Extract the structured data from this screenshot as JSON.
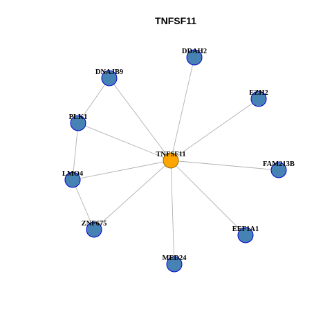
{
  "title": "TNFSF11",
  "colors": {
    "hub_fill": "#ffa500",
    "hub_stroke": "#8b6b00",
    "node_fill": "#4682b4",
    "node_stroke": "#0000cd",
    "edge": "#b0b0b0"
  },
  "nodes": [
    {
      "id": "TNFSF11",
      "label": "TNFSF11",
      "hub": true
    },
    {
      "id": "DDAH2",
      "label": "DDAH2"
    },
    {
      "id": "DNAJB9",
      "label": "DNAJB9"
    },
    {
      "id": "EZH2",
      "label": "EZH2"
    },
    {
      "id": "PLK1",
      "label": "PLK1"
    },
    {
      "id": "FAM213B",
      "label": "FAM213B"
    },
    {
      "id": "LMO4",
      "label": "LMO4"
    },
    {
      "id": "ZNF675",
      "label": "ZNF675"
    },
    {
      "id": "EEF1A1",
      "label": "EEF1A1"
    },
    {
      "id": "MED24",
      "label": "MED24"
    }
  ],
  "edges": [
    [
      "TNFSF11",
      "DDAH2"
    ],
    [
      "TNFSF11",
      "DNAJB9"
    ],
    [
      "TNFSF11",
      "EZH2"
    ],
    [
      "TNFSF11",
      "PLK1"
    ],
    [
      "TNFSF11",
      "FAM213B"
    ],
    [
      "TNFSF11",
      "LMO4"
    ],
    [
      "TNFSF11",
      "ZNF675"
    ],
    [
      "TNFSF11",
      "EEF1A1"
    ],
    [
      "TNFSF11",
      "MED24"
    ],
    [
      "DNAJB9",
      "PLK1"
    ],
    [
      "PLK1",
      "LMO4"
    ],
    [
      "LMO4",
      "ZNF675"
    ]
  ]
}
